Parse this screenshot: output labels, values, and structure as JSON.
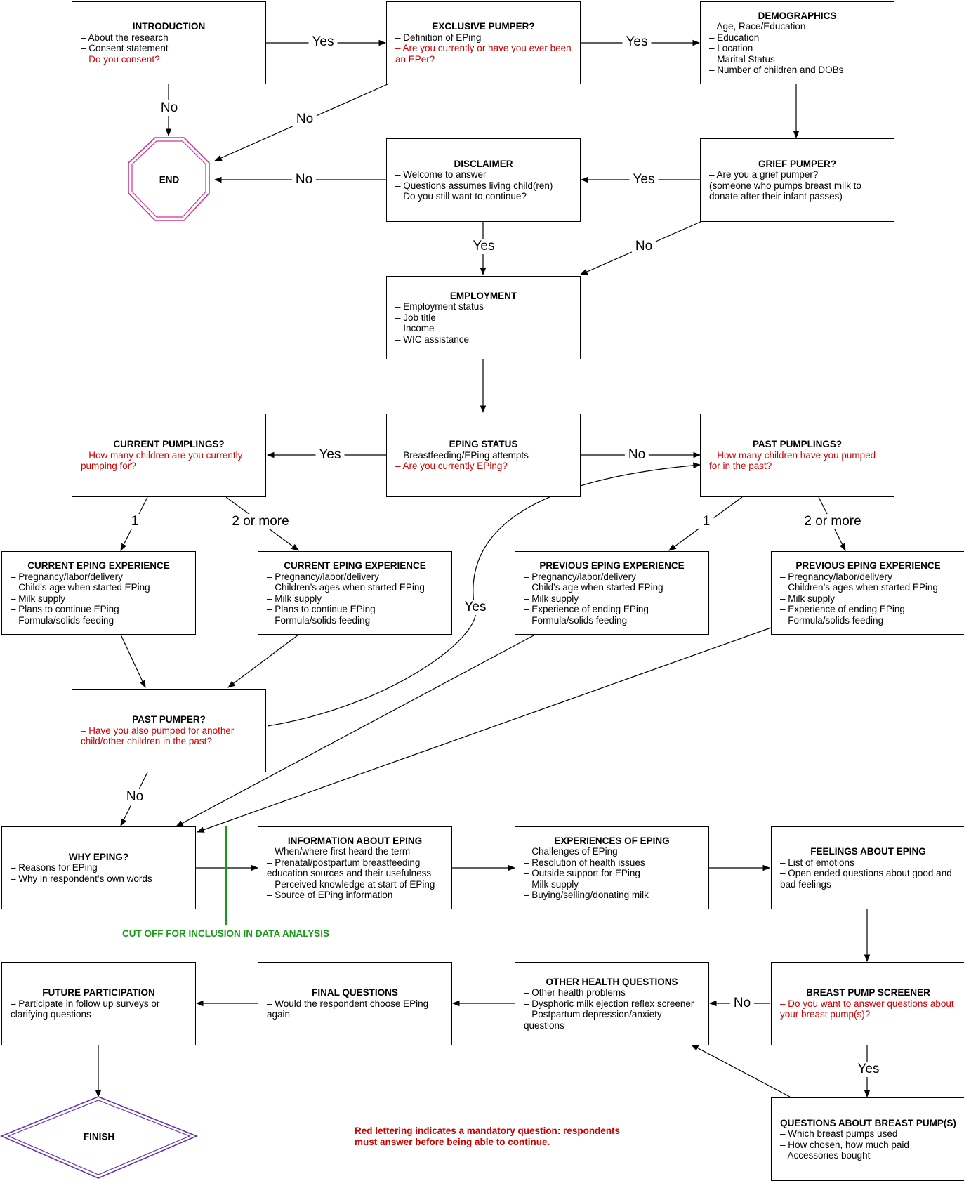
{
  "nodes": {
    "introduction": {
      "title": "INTRODUCTION",
      "lines": [
        {
          "text": "– About the research",
          "mandatory": false
        },
        {
          "text": "– Consent statement",
          "mandatory": false
        },
        {
          "text": "– Do you consent?",
          "mandatory": true
        }
      ]
    },
    "exclusive_pumper": {
      "title": "EXCLUSIVE PUMPER?",
      "lines": [
        {
          "text": "– Definition of EPing",
          "mandatory": false
        },
        {
          "text": "– Are you currently or have you ever been an EPer?",
          "mandatory": true
        }
      ]
    },
    "demographics": {
      "title": "DEMOGRAPHICS",
      "lines": [
        {
          "text": "– Age, Race/Education",
          "mandatory": false
        },
        {
          "text": "– Education",
          "mandatory": false
        },
        {
          "text": "– Location",
          "mandatory": false
        },
        {
          "text": "– Marital Status",
          "mandatory": false
        },
        {
          "text": "– Number of children and DOBs",
          "mandatory": false
        }
      ]
    },
    "disclaimer": {
      "title": "DISCLAIMER",
      "lines": [
        {
          "text": "– Welcome to answer",
          "mandatory": false
        },
        {
          "text": "– Questions assumes living child(ren)",
          "mandatory": false
        },
        {
          "text": "– Do you still want to continue?",
          "mandatory": false
        }
      ]
    },
    "grief_pumper": {
      "title": "GRIEF PUMPER?",
      "lines": [
        {
          "text": "– Are you a grief pumper?",
          "mandatory": false
        },
        {
          "text": "(someone who pumps breast milk to donate after their infant passes)",
          "mandatory": false
        }
      ]
    },
    "employment": {
      "title": "EMPLOYMENT",
      "lines": [
        {
          "text": "– Employment status",
          "mandatory": false
        },
        {
          "text": "– Job title",
          "mandatory": false
        },
        {
          "text": "– Income",
          "mandatory": false
        },
        {
          "text": "– WIC assistance",
          "mandatory": false
        }
      ]
    },
    "current_pumplings": {
      "title": "CURRENT PUMPLINGS?",
      "lines": [
        {
          "text": "– How many children are you currently pumping for?",
          "mandatory": true
        }
      ]
    },
    "eping_status": {
      "title": "EPING STATUS",
      "lines": [
        {
          "text": "– Breastfeeding/EPing attempts",
          "mandatory": false
        },
        {
          "text": "– Are you currently EPing?",
          "mandatory": true
        }
      ]
    },
    "past_pumplings": {
      "title": "PAST PUMPLINGS?",
      "lines": [
        {
          "text": "– How many children have you pumped for in the past?",
          "mandatory": true
        }
      ]
    },
    "current_exp_1": {
      "title": "CURRENT EPING EXPERIENCE",
      "lines": [
        {
          "text": "– Pregnancy/labor/delivery",
          "mandatory": false
        },
        {
          "text": "– Child’s age when started EPing",
          "mandatory": false
        },
        {
          "text": "– Milk supply",
          "mandatory": false
        },
        {
          "text": "– Plans to continue EPing",
          "mandatory": false
        },
        {
          "text": "– Formula/solids feeding",
          "mandatory": false
        }
      ]
    },
    "current_exp_2": {
      "title": "CURRENT EPING EXPERIENCE",
      "lines": [
        {
          "text": "– Pregnancy/labor/delivery",
          "mandatory": false
        },
        {
          "text": "– Children’s ages when started EPing",
          "mandatory": false
        },
        {
          "text": "– Milk supply",
          "mandatory": false
        },
        {
          "text": "– Plans to continue EPing",
          "mandatory": false
        },
        {
          "text": "– Formula/solids feeding",
          "mandatory": false
        }
      ]
    },
    "previous_exp_1": {
      "title": "PREVIOUS EPING EXPERIENCE",
      "lines": [
        {
          "text": "– Pregnancy/labor/delivery",
          "mandatory": false
        },
        {
          "text": "– Child’s age when started EPing",
          "mandatory": false
        },
        {
          "text": "– Milk supply",
          "mandatory": false
        },
        {
          "text": "– Experience of ending EPing",
          "mandatory": false
        },
        {
          "text": "– Formula/solids feeding",
          "mandatory": false
        }
      ]
    },
    "previous_exp_2": {
      "title": "PREVIOUS EPING EXPERIENCE",
      "lines": [
        {
          "text": "– Pregnancy/labor/delivery",
          "mandatory": false
        },
        {
          "text": "– Children’s ages when started EPing",
          "mandatory": false
        },
        {
          "text": "– Milk supply",
          "mandatory": false
        },
        {
          "text": "– Experience of ending EPing",
          "mandatory": false
        },
        {
          "text": "– Formula/solids feeding",
          "mandatory": false
        }
      ]
    },
    "past_pumper": {
      "title": "PAST PUMPER?",
      "lines": [
        {
          "text": "– Have you also pumped for another child/other children in the past?",
          "mandatory": true
        }
      ]
    },
    "why_eping": {
      "title": "WHY EPING?",
      "lines": [
        {
          "text": "– Reasons for EPing",
          "mandatory": false
        },
        {
          "text": "– Why in respondent’s own words",
          "mandatory": false
        }
      ]
    },
    "information_eping": {
      "title": "INFORMATION ABOUT EPING",
      "lines": [
        {
          "text": "– When/where first heard the term",
          "mandatory": false
        },
        {
          "text": "– Prenatal/postpartum breastfeeding education sources and their usefulness",
          "mandatory": false
        },
        {
          "text": "– Perceived knowledge at start of EPing",
          "mandatory": false
        },
        {
          "text": "– Source of EPing information",
          "mandatory": false
        }
      ]
    },
    "experiences_eping": {
      "title": "EXPERIENCES OF EPING",
      "lines": [
        {
          "text": "– Challenges of EPing",
          "mandatory": false
        },
        {
          "text": "– Resolution of health issues",
          "mandatory": false
        },
        {
          "text": "– Outside support for EPing",
          "mandatory": false
        },
        {
          "text": "– Milk supply",
          "mandatory": false
        },
        {
          "text": "– Buying/selling/donating milk",
          "mandatory": false
        }
      ]
    },
    "feelings_eping": {
      "title": "FEELINGS ABOUT EPING",
      "lines": [
        {
          "text": "– List of emotions",
          "mandatory": false
        },
        {
          "text": "– Open ended questions about good and bad feelings",
          "mandatory": false
        }
      ]
    },
    "future_participation": {
      "title": "FUTURE PARTICIPATION",
      "lines": [
        {
          "text": "– Participate in follow up surveys or clarifying questions",
          "mandatory": false
        }
      ]
    },
    "final_questions": {
      "title": "FINAL QUESTIONS",
      "lines": [
        {
          "text": "– Would the respondent choose EPing again",
          "mandatory": false
        }
      ]
    },
    "other_health": {
      "title": "OTHER HEALTH QUESTIONS",
      "lines": [
        {
          "text": "– Other health problems",
          "mandatory": false
        },
        {
          "text": "– Dysphoric milk ejection reflex screener",
          "mandatory": false
        },
        {
          "text": "– Postpartum depression/anxiety questions",
          "mandatory": false
        }
      ]
    },
    "breast_pump_screener": {
      "title": "BREAST PUMP SCREENER",
      "lines": [
        {
          "text": "– Do you want to answer questions about your breast pump(s)?",
          "mandatory": true
        }
      ]
    },
    "questions_breast_pumps": {
      "title": "QUESTIONS ABOUT BREAST PUMP(S)",
      "lines": [
        {
          "text": "– Which breast pumps used",
          "mandatory": false
        },
        {
          "text": "– How chosen, how much paid",
          "mandatory": false
        },
        {
          "text": "– Accessories bought",
          "mandatory": false
        }
      ]
    }
  },
  "terminals": {
    "end": "END",
    "finish": "FINISH"
  },
  "edge_labels": {
    "intro_yes": "Yes",
    "intro_no": "No",
    "ep_yes": "Yes",
    "ep_no": "No",
    "grief_yes": "Yes",
    "grief_no": "No",
    "disclaimer_no": "No",
    "disclaimer_yes": "Yes",
    "status_yes": "Yes",
    "status_no": "No",
    "current_1": "1",
    "current_2": "2 or more",
    "past_1": "1",
    "past_2": "2 or more",
    "pastpumper_yes": "Yes",
    "pastpumper_no": "No",
    "screener_no": "No",
    "screener_yes": "Yes"
  },
  "cutoff_label": "CUT OFF FOR INCLUSION IN DATA ANALYSIS",
  "legend": "Red lettering indicates a mandatory question: respondents must answer before being able to continue.",
  "colors": {
    "mandatory": "#cc0000",
    "end_stop": "#cc3399",
    "finish": "#6633aa",
    "cutoff": "#1a9a1a"
  }
}
